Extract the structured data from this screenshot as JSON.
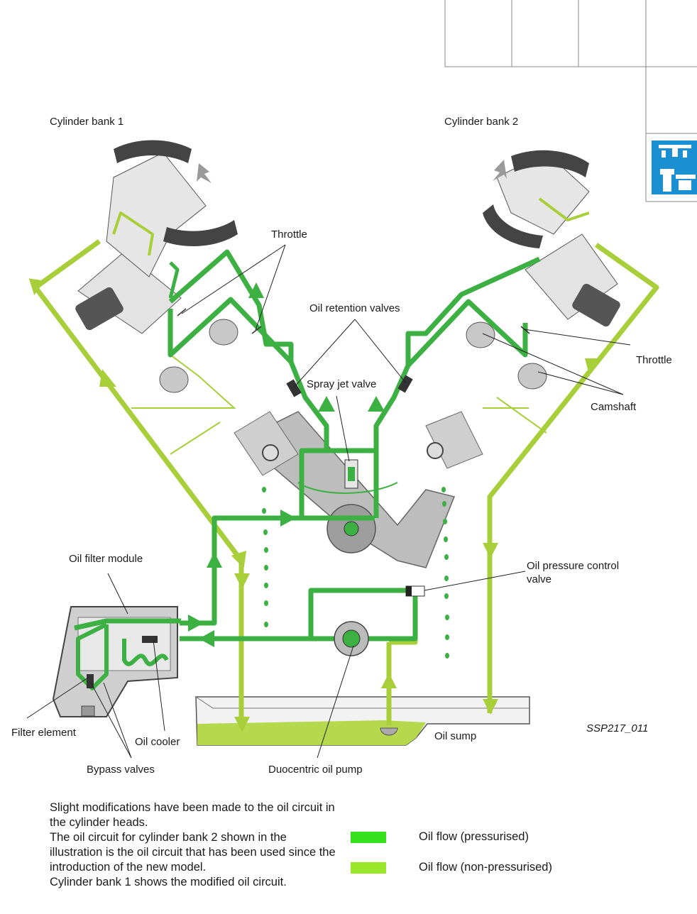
{
  "labels": {
    "cylinder_bank_1": "Cylinder bank 1",
    "cylinder_bank_2": "Cylinder bank 2",
    "throttle_left": "Throttle",
    "throttle_right": "Throttle",
    "oil_retention_valves": "Oil retention valves",
    "spray_jet_valve": "Spray jet valve",
    "camshaft": "Camshaft",
    "oil_filter_module": "Oil filter module",
    "oil_pressure_control_valve_line1": "Oil pressure control",
    "oil_pressure_control_valve_line2": "valve",
    "filter_element": "Filter element",
    "oil_cooler": "Oil cooler",
    "bypass_valves": "Bypass valves",
    "duocentric_oil_pump": "Duocentric oil pump",
    "oil_sump": "Oil sump",
    "figure_code": "SSP217_011"
  },
  "description": {
    "line1": "Slight modifications have been made to the oil circuit in the cylinder heads.",
    "line2": "The oil circuit for cylinder bank 2 shown in the illustration is the oil circuit that has been used since the introduction of the new model.",
    "line3": "Cylinder bank 1 shows the modified oil circuit."
  },
  "legend": {
    "pressurised": "Oil flow (pressurised)",
    "non_pressurised": "Oil flow (non-pressurised)"
  },
  "colors": {
    "pressurised": "#3cb043",
    "non_pressurised": "#a8cf3a",
    "legend_pressurised": "#35e01c",
    "legend_non_pressurised": "#9ae628",
    "icon_blue": "#1a8fd1"
  },
  "icons": {
    "chapter_icon": "engine-chapter-icon"
  }
}
